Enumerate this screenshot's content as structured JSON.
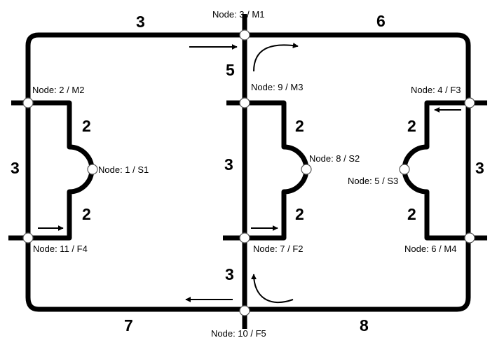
{
  "nodes": {
    "n1": "Node: 1 / S1",
    "n2": "Node: 2 / M2",
    "n3": "Node: 3 / M1",
    "n4": "Node: 4 / F3",
    "n5": "Node: 5 / S3",
    "n6": "Node: 6 / M4",
    "n7": "Node: 7 / F2",
    "n8": "Node: 8 / S2",
    "n9": "Node: 9 / M3",
    "n10": "Node: 10 / F5",
    "n11": "Node: 11 / F4"
  },
  "weights": {
    "top_left": "3",
    "top_right": "6",
    "node3_to_node9": "5",
    "left_side": "3",
    "s1_upper": "2",
    "s1_lower": "2",
    "center_side": "3",
    "s2_upper": "2",
    "s2_lower": "2",
    "node7_to_node10": "3",
    "s3_upper": "2",
    "s3_lower": "2",
    "right_side": "3",
    "bottom_left": "7",
    "bottom_right": "8"
  }
}
